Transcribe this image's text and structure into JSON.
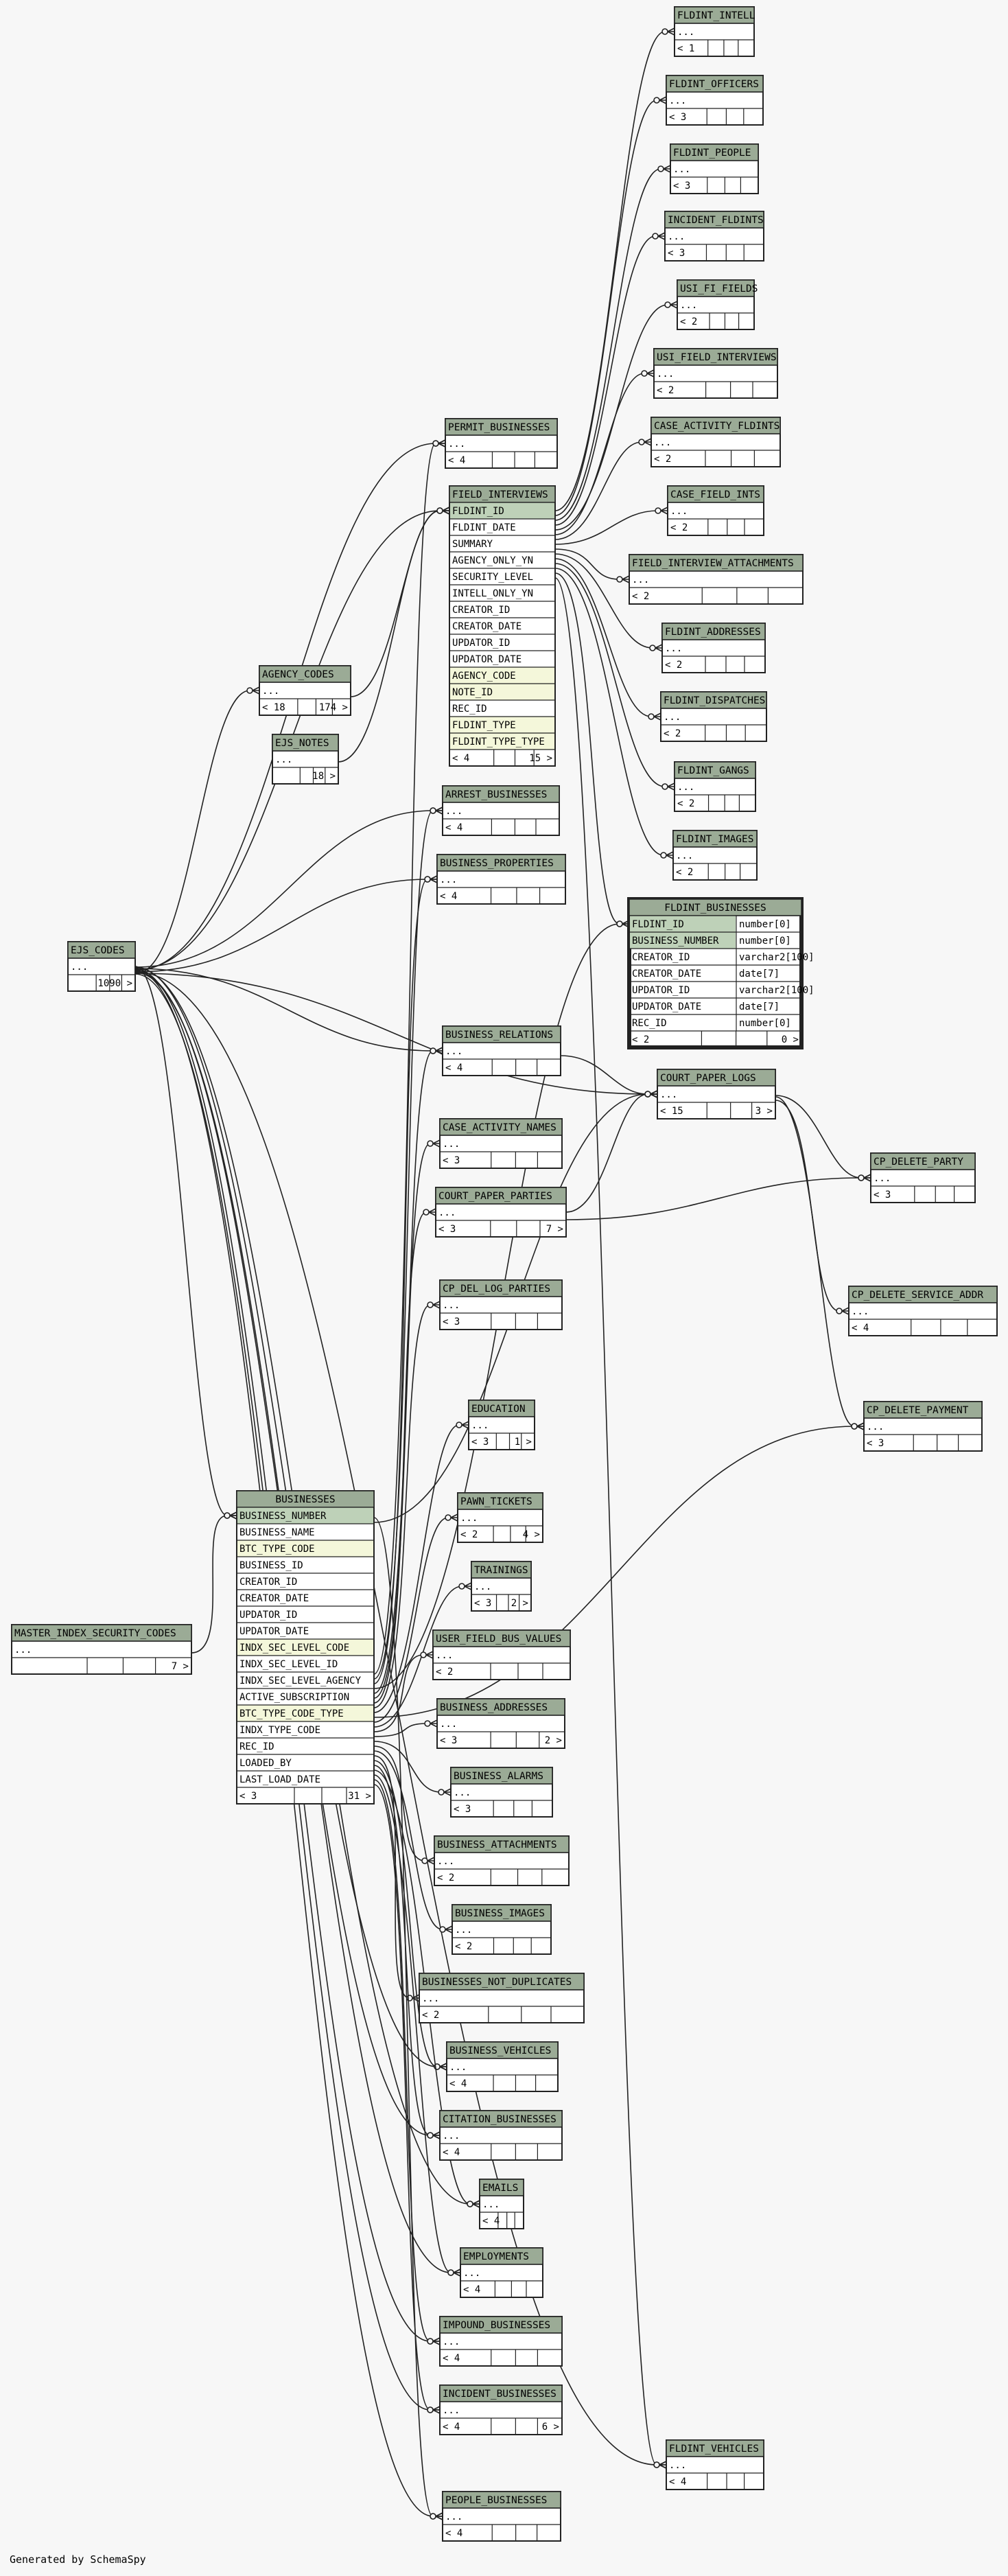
{
  "footer": "Generated by SchemaSpy",
  "colors": {
    "header": "#9bab96",
    "primary_key": "#bed1b8",
    "foreign_key": "#f4f7da",
    "border": "#222222"
  },
  "tables": [
    {
      "id": "FLDINT_INTELL",
      "title": "FLDINT_INTELL",
      "rows": [
        "..."
      ],
      "footer": {
        "left": "< 1",
        "right": ""
      }
    },
    {
      "id": "FLDINT_OFFICERS",
      "title": "FLDINT_OFFICERS",
      "rows": [
        "..."
      ],
      "footer": {
        "left": "< 3",
        "right": ""
      }
    },
    {
      "id": "FLDINT_PEOPLE",
      "title": "FLDINT_PEOPLE",
      "rows": [
        "..."
      ],
      "footer": {
        "left": "< 3",
        "right": ""
      }
    },
    {
      "id": "INCIDENT_FLDINTS",
      "title": "INCIDENT_FLDINTS",
      "rows": [
        "..."
      ],
      "footer": {
        "left": "< 3",
        "right": ""
      }
    },
    {
      "id": "USI_FI_FIELDS",
      "title": "USI_FI_FIELDS",
      "rows": [
        "..."
      ],
      "footer": {
        "left": "< 2",
        "right": ""
      }
    },
    {
      "id": "USI_FIELD_INTERVIEWS",
      "title": "USI_FIELD_INTERVIEWS",
      "rows": [
        "..."
      ],
      "footer": {
        "left": "< 2",
        "right": ""
      }
    },
    {
      "id": "CASE_ACTIVITY_FLDINTS",
      "title": "CASE_ACTIVITY_FLDINTS",
      "rows": [
        "..."
      ],
      "footer": {
        "left": "< 2",
        "right": ""
      }
    },
    {
      "id": "CASE_FIELD_INTS",
      "title": "CASE_FIELD_INTS",
      "rows": [
        "..."
      ],
      "footer": {
        "left": "< 2",
        "right": ""
      }
    },
    {
      "id": "FIELD_INTERVIEW_ATTACHMENTS",
      "title": "FIELD_INTERVIEW_ATTACHMENTS",
      "rows": [
        "..."
      ],
      "footer": {
        "left": "< 2",
        "right": ""
      }
    },
    {
      "id": "FLDINT_ADDRESSES",
      "title": "FLDINT_ADDRESSES",
      "rows": [
        "..."
      ],
      "footer": {
        "left": "< 2",
        "right": ""
      }
    },
    {
      "id": "FLDINT_DISPATCHES",
      "title": "FLDINT_DISPATCHES",
      "rows": [
        "..."
      ],
      "footer": {
        "left": "< 2",
        "right": ""
      }
    },
    {
      "id": "FLDINT_GANGS",
      "title": "FLDINT_GANGS",
      "rows": [
        "..."
      ],
      "footer": {
        "left": "< 2",
        "right": ""
      }
    },
    {
      "id": "FLDINT_IMAGES",
      "title": "FLDINT_IMAGES",
      "rows": [
        "..."
      ],
      "footer": {
        "left": "< 2",
        "right": ""
      }
    },
    {
      "id": "PERMIT_BUSINESSES",
      "title": "PERMIT_BUSINESSES",
      "rows": [
        "..."
      ],
      "footer": {
        "left": "< 4",
        "right": ""
      }
    },
    {
      "id": "FIELD_INTERVIEWS",
      "title": "FIELD_INTERVIEWS",
      "rows": [
        "FLDINT_ID",
        "FLDINT_DATE",
        "SUMMARY",
        "AGENCY_ONLY_YN",
        "SECURITY_LEVEL",
        "INTELL_ONLY_YN",
        "CREATOR_ID",
        "CREATOR_DATE",
        "UPDATOR_ID",
        "UPDATOR_DATE",
        "AGENCY_CODE",
        "NOTE_ID",
        "REC_ID",
        "FLDINT_TYPE",
        "FLDINT_TYPE_TYPE"
      ],
      "footer": {
        "left": "< 4",
        "right": "15 >"
      }
    },
    {
      "id": "AGENCY_CODES",
      "title": "AGENCY_CODES",
      "rows": [
        "..."
      ],
      "footer": {
        "left": "< 18",
        "right": "174 >"
      }
    },
    {
      "id": "EJS_NOTES",
      "title": "EJS_NOTES",
      "rows": [
        "..."
      ],
      "footer": {
        "left": "",
        "right": "18 >"
      }
    },
    {
      "id": "ARREST_BUSINESSES",
      "title": "ARREST_BUSINESSES",
      "rows": [
        "..."
      ],
      "footer": {
        "left": "< 4",
        "right": ""
      }
    },
    {
      "id": "BUSINESS_PROPERTIES",
      "title": "BUSINESS_PROPERTIES",
      "rows": [
        "..."
      ],
      "footer": {
        "left": "< 4",
        "right": ""
      }
    },
    {
      "id": "FLDINT_BUSINESSES",
      "title": "FLDINT_BUSINESSES",
      "rows": [
        "FLDINT_ID",
        "BUSINESS_NUMBER",
        "CREATOR_ID",
        "CREATOR_DATE",
        "UPDATOR_ID",
        "UPDATOR_DATE",
        "REC_ID"
      ],
      "types": [
        "number[0]",
        "number[0]",
        "varchar2[100]",
        "date[7]",
        "varchar2[100]",
        "date[7]",
        "number[0]"
      ],
      "footer": {
        "left": "< 2",
        "right": "0 >"
      }
    },
    {
      "id": "EJS_CODES",
      "title": "EJS_CODES",
      "rows": [
        "..."
      ],
      "footer": {
        "left": "",
        "right": "1090 >"
      }
    },
    {
      "id": "BUSINESS_RELATIONS",
      "title": "BUSINESS_RELATIONS",
      "rows": [
        "..."
      ],
      "footer": {
        "left": "< 4",
        "right": ""
      }
    },
    {
      "id": "COURT_PAPER_LOGS",
      "title": "COURT_PAPER_LOGS",
      "rows": [
        "..."
      ],
      "footer": {
        "left": "< 15",
        "right": "3 >"
      }
    },
    {
      "id": "CASE_ACTIVITY_NAMES",
      "title": "CASE_ACTIVITY_NAMES",
      "rows": [
        "..."
      ],
      "footer": {
        "left": "< 3",
        "right": ""
      }
    },
    {
      "id": "CP_DELETE_PARTY",
      "title": "CP_DELETE_PARTY",
      "rows": [
        "..."
      ],
      "footer": {
        "left": "< 3",
        "right": ""
      }
    },
    {
      "id": "COURT_PAPER_PARTIES",
      "title": "COURT_PAPER_PARTIES",
      "rows": [
        "..."
      ],
      "footer": {
        "left": "< 3",
        "right": "7 >"
      }
    },
    {
      "id": "CP_DEL_LOG_PARTIES",
      "title": "CP_DEL_LOG_PARTIES",
      "rows": [
        "..."
      ],
      "footer": {
        "left": "< 3",
        "right": ""
      }
    },
    {
      "id": "CP_DELETE_SERVICE_ADDR",
      "title": "CP_DELETE_SERVICE_ADDR",
      "rows": [
        "..."
      ],
      "footer": {
        "left": "< 4",
        "right": ""
      }
    },
    {
      "id": "EDUCATION",
      "title": "EDUCATION",
      "rows": [
        "..."
      ],
      "footer": {
        "left": "< 3",
        "right": "1 >"
      }
    },
    {
      "id": "CP_DELETE_PAYMENT",
      "title": "CP_DELETE_PAYMENT",
      "rows": [
        "..."
      ],
      "footer": {
        "left": "< 3",
        "right": ""
      }
    },
    {
      "id": "BUSINESSES",
      "title": "BUSINESSES",
      "rows": [
        "BUSINESS_NUMBER",
        "BUSINESS_NAME",
        "BTC_TYPE_CODE",
        "BUSINESS_ID",
        "CREATOR_ID",
        "CREATOR_DATE",
        "UPDATOR_ID",
        "UPDATOR_DATE",
        "INDX_SEC_LEVEL_CODE",
        "INDX_SEC_LEVEL_ID",
        "INDX_SEC_LEVEL_AGENCY",
        "ACTIVE_SUBSCRIPTION",
        "BTC_TYPE_CODE_TYPE",
        "INDX_TYPE_CODE",
        "REC_ID",
        "LOADED_BY",
        "LAST_LOAD_DATE"
      ],
      "footer": {
        "left": "< 3",
        "right": "31 >"
      }
    },
    {
      "id": "PAWN_TICKETS",
      "title": "PAWN_TICKETS",
      "rows": [
        "..."
      ],
      "footer": {
        "left": "< 2",
        "right": "4 >"
      }
    },
    {
      "id": "TRAININGS",
      "title": "TRAININGS",
      "rows": [
        "..."
      ],
      "footer": {
        "left": "< 3",
        "right": "2 >"
      }
    },
    {
      "id": "MASTER_INDEX_SECURITY_CODES",
      "title": "MASTER_INDEX_SECURITY_CODES",
      "rows": [
        "..."
      ],
      "footer": {
        "left": "",
        "right": "7 >"
      }
    },
    {
      "id": "USER_FIELD_BUS_VALUES",
      "title": "USER_FIELD_BUS_VALUES",
      "rows": [
        "..."
      ],
      "footer": {
        "left": "< 2",
        "right": ""
      }
    },
    {
      "id": "BUSINESS_ADDRESSES",
      "title": "BUSINESS_ADDRESSES",
      "rows": [
        "..."
      ],
      "footer": {
        "left": "< 3",
        "right": "2 >"
      }
    },
    {
      "id": "BUSINESS_ALARMS",
      "title": "BUSINESS_ALARMS",
      "rows": [
        "..."
      ],
      "footer": {
        "left": "< 3",
        "right": ""
      }
    },
    {
      "id": "BUSINESS_ATTACHMENTS",
      "title": "BUSINESS_ATTACHMENTS",
      "rows": [
        "..."
      ],
      "footer": {
        "left": "< 2",
        "right": ""
      }
    },
    {
      "id": "BUSINESS_IMAGES",
      "title": "BUSINESS_IMAGES",
      "rows": [
        "..."
      ],
      "footer": {
        "left": "< 2",
        "right": ""
      }
    },
    {
      "id": "BUSINESSES_NOT_DUPLICATES",
      "title": "BUSINESSES_NOT_DUPLICATES",
      "rows": [
        "..."
      ],
      "footer": {
        "left": "< 2",
        "right": ""
      }
    },
    {
      "id": "BUSINESS_VEHICLES",
      "title": "BUSINESS_VEHICLES",
      "rows": [
        "..."
      ],
      "footer": {
        "left": "< 4",
        "right": ""
      }
    },
    {
      "id": "CITATION_BUSINESSES",
      "title": "CITATION_BUSINESSES",
      "rows": [
        "..."
      ],
      "footer": {
        "left": "< 4",
        "right": ""
      }
    },
    {
      "id": "EMAILS",
      "title": "EMAILS",
      "rows": [
        "..."
      ],
      "footer": {
        "left": "< 4",
        "right": ""
      }
    },
    {
      "id": "EMPLOYMENTS",
      "title": "EMPLOYMENTS",
      "rows": [
        "..."
      ],
      "footer": {
        "left": "< 4",
        "right": ""
      }
    },
    {
      "id": "IMPOUND_BUSINESSES",
      "title": "IMPOUND_BUSINESSES",
      "rows": [
        "..."
      ],
      "footer": {
        "left": "< 4",
        "right": ""
      }
    },
    {
      "id": "INCIDENT_BUSINESSES",
      "title": "INCIDENT_BUSINESSES",
      "rows": [
        "..."
      ],
      "footer": {
        "left": "< 4",
        "right": "6 >"
      }
    },
    {
      "id": "FLDINT_VEHICLES",
      "title": "FLDINT_VEHICLES",
      "rows": [
        "..."
      ],
      "footer": {
        "left": "< 4",
        "right": ""
      }
    },
    {
      "id": "PEOPLE_BUSINESSES",
      "title": "PEOPLE_BUSINESSES",
      "rows": [
        "..."
      ],
      "footer": {
        "left": "< 4",
        "right": ""
      }
    }
  ]
}
